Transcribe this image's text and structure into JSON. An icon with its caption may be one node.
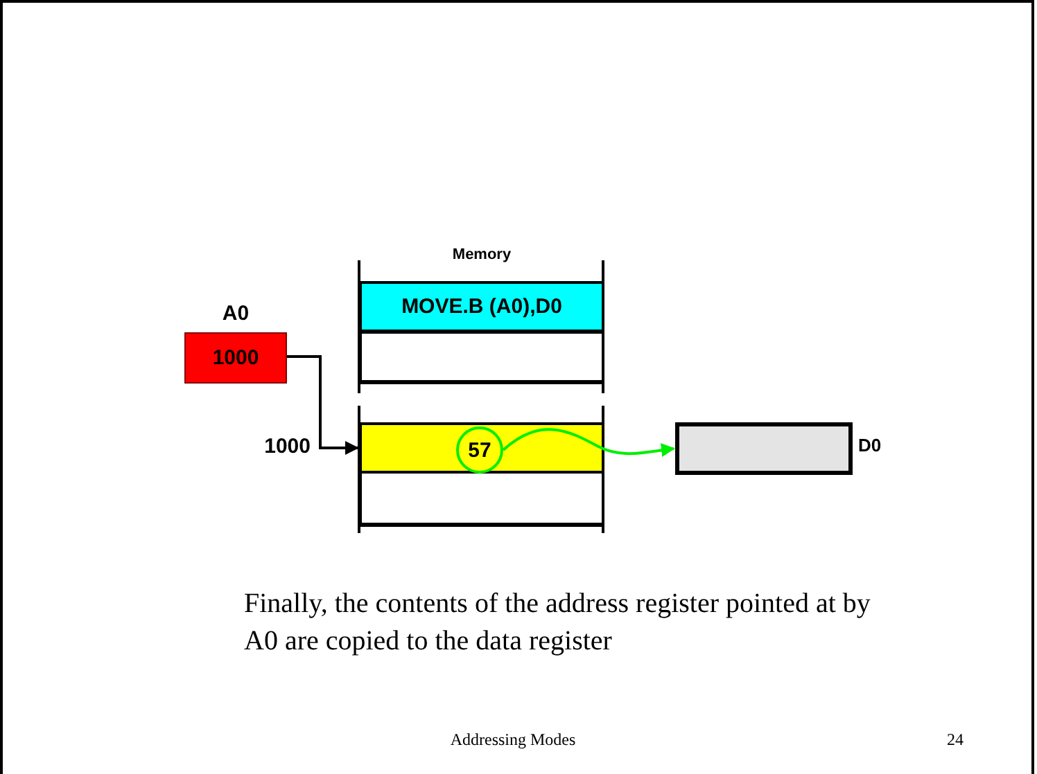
{
  "diagram": {
    "nodes": [
      {
        "text": [
          "A0",
          "1000"
        ]
      },
      {
        "text": [
          "MOVE.B (A0),D0"
        ]
      },
      {
        "text": [],
        "shape": "box"
      },
      {
        "text": [],
        "shape": "box",
        "beside": [
          "1000"
        ]
      },
      {
        "text": [
          "57"
        ],
        "in": 3
      },
      {
        "text": [],
        "shape": "box"
      },
      {
        "text": [],
        "shape": "box",
        "beside": [
          "D0"
        ]
      }
    ],
    "edges": [
      {
        "from": 0,
        "to": 3,
        "arrow": "to"
      },
      {
        "from": 4,
        "to": 6,
        "arrow": "to",
        "color": "#00ee00"
      }
    ],
    "labels": [
      "Memory",
      "Finally, the contents of the address register pointed at by A0 are copied to the data register",
      "Addressing Modes",
      "24"
    ]
  }
}
